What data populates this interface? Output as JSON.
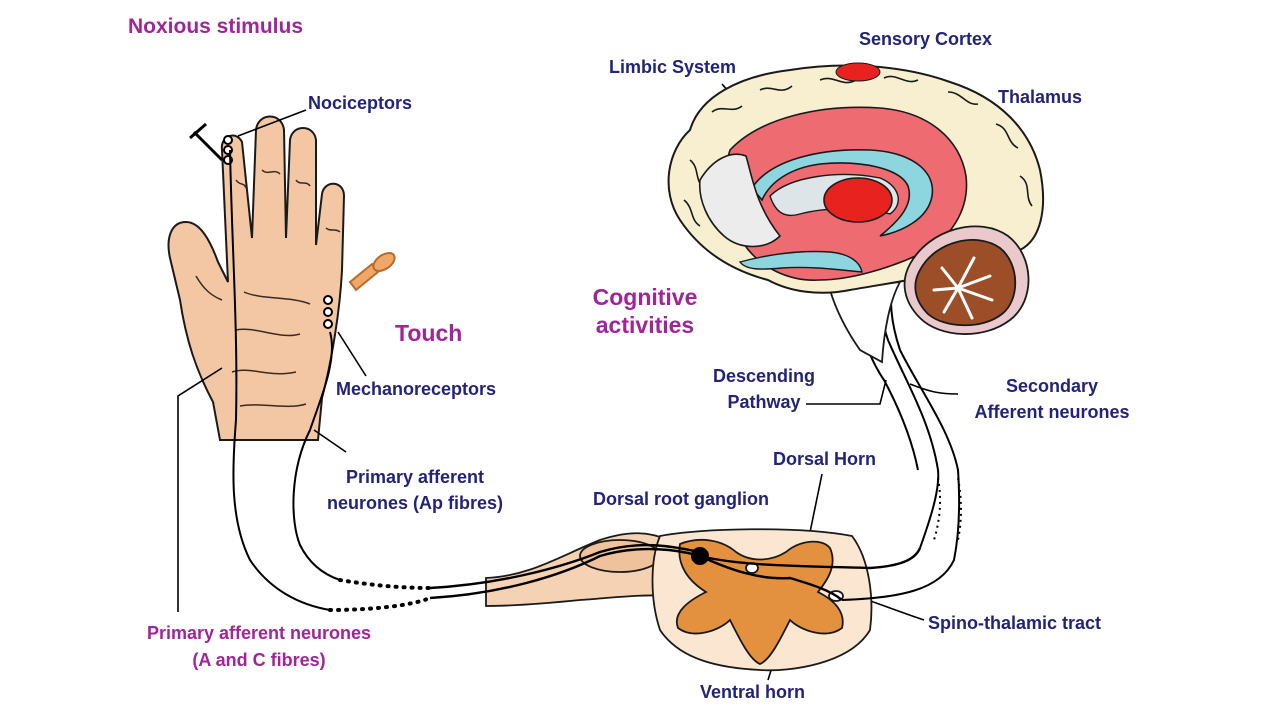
{
  "colors": {
    "label_navy": "#232379",
    "label_magenta": "#a0259a",
    "skin": "#f3c7a4",
    "brain_outer": "#f7efcf",
    "limbic": "#ee6b72",
    "thalamus": "#e8231f",
    "gray_matter": "#e3913f",
    "cerebellum": "#9c4e28",
    "tract_cyan": "#8dd5df"
  },
  "labels": {
    "noxious_stimulus": "Noxious stimulus",
    "nociceptors": "Nociceptors",
    "touch": "Touch",
    "mechanoreceptors": "Mechanoreceptors",
    "primary_afferent_ap_line1": "Primary afferent",
    "primary_afferent_ap_line2": "neurones (Ap fibres)",
    "primary_afferent_ac_line1": "Primary afferent neurones",
    "primary_afferent_ac_line2": "(A and C fibres)",
    "limbic_system": "Limbic System",
    "sensory_cortex": "Sensory Cortex",
    "thalamus": "Thalamus",
    "cognitive_line1": "Cognitive",
    "cognitive_line2": "activities",
    "descending_line1": "Descending",
    "descending_line2": "Pathway",
    "secondary_line1": "Secondary",
    "secondary_line2": "Afferent neurones",
    "dorsal_horn": "Dorsal Horn",
    "dorsal_root_ganglion": "Dorsal root ganglion",
    "spino_thalamic_tract": "Spino-thalamic tract",
    "ventral_horn": "Ventral horn"
  }
}
